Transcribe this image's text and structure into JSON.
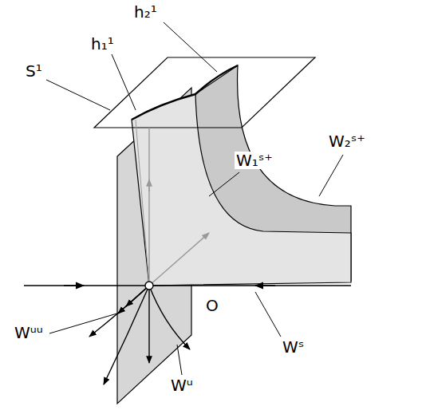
{
  "diagram": {
    "labels": [
      "S¹",
      "h₁¹",
      "h₂¹",
      "W₁ˢ⁺",
      "W₂ˢ⁺",
      "O",
      "Wˢ",
      "Wᵘᵘ",
      "Wᵘ"
    ]
  }
}
